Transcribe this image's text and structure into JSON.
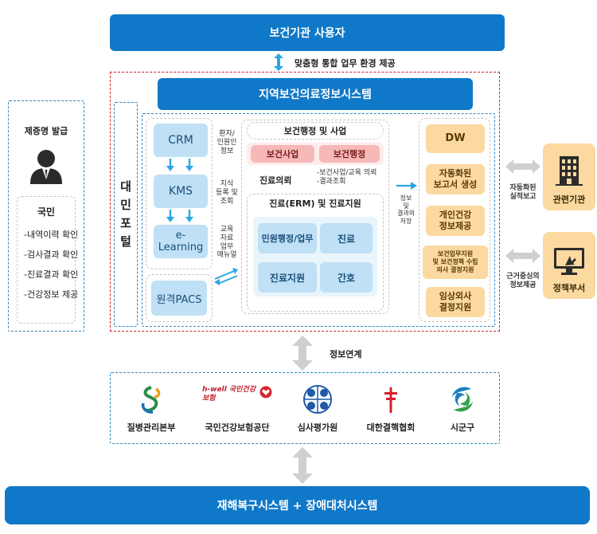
{
  "top_bar": {
    "label": "보건기관 사용자"
  },
  "top_link": {
    "label": "맞춤형 통합 업무 환경 제공"
  },
  "main_system": {
    "label": "지역보건의료정보시스템"
  },
  "portal": {
    "label": "대\n민\n포\n털"
  },
  "left_panel": {
    "title": "제증명 발급",
    "citizen": "국민",
    "items": [
      "-내역이력 확인",
      "-검사결과 확인",
      "-진료결과 확인",
      "-건강정보 제공"
    ]
  },
  "knowledge": {
    "crm": "CRM",
    "kms": "KMS",
    "elearning": "e-Learning",
    "pacs": "원격PACS",
    "note1": "환자/\n인원인\n정보",
    "note2": "지식\n등록 및\n조회",
    "note3": "교육\n자료\n업무\n매뉴얼"
  },
  "admin": {
    "title": "보건행정 및 사업",
    "btn_business": "보건사업",
    "btn_admin": "보건행정",
    "consult": "진료의뢰",
    "consult_note": "-보건사업/교육 의뢰\n-결과조회"
  },
  "erm": {
    "title": "진료(ERM) 및 진료지원",
    "btn_civil": "민원행정/업무",
    "btn_treat": "진료",
    "btn_support": "진료지원",
    "btn_nurse": "간호"
  },
  "storage_note": "정보\n및\n결과의\n저장",
  "dw_panel": {
    "dw": "DW",
    "auto_report": "자동화된\n보고서 생성",
    "personal_health": "개인건강\n정보제공",
    "policy": "보건업무지원\n및 보건정책 수립\n의사 결정지원",
    "clinical": "임상외사\n결정지원"
  },
  "right_side": {
    "related_note": "자동화된\n실적보고",
    "related_org": "관련기관",
    "policy_note": "근거중심의\n정보제공",
    "policy_dept": "정책부서"
  },
  "middle_link": {
    "label": "정보연계"
  },
  "partners": [
    {
      "name": "질병관리본부",
      "icon": "kcdc-logo-icon"
    },
    {
      "name": "국민건강보험공단",
      "icon": "nhis-logo-icon",
      "logo_text": "h-well 국민건강보험"
    },
    {
      "name": "심사평가원",
      "icon": "hira-logo-icon"
    },
    {
      "name": "대한결핵협회",
      "icon": "tb-cross-icon"
    },
    {
      "name": "시군구",
      "icon": "local-gov-logo-icon"
    }
  ],
  "bottom_bar": {
    "label": "재해복구시스템 + 장애대처시스템"
  },
  "colors": {
    "primary": "#1078c8",
    "light_blue": "#bfe0f5",
    "pink": "#f7b8b8",
    "orange": "#fbd9a0",
    "red_dashed": "#d0242c"
  }
}
